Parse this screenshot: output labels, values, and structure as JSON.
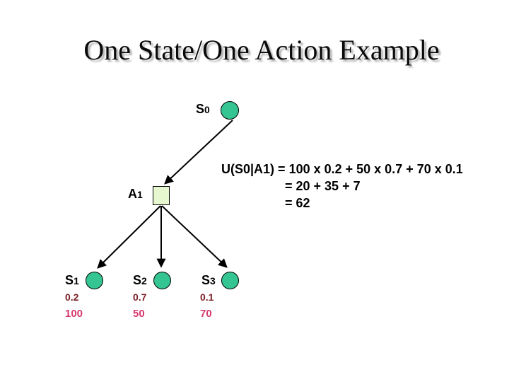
{
  "slide": {
    "title": "One State/One Action Example"
  },
  "nodes": {
    "s0": {
      "label_main": "S",
      "label_sub": "0"
    },
    "a1": {
      "label_main": "A",
      "label_sub": "1"
    },
    "s1": {
      "label_main": "S",
      "label_sub": "1",
      "probability": "0.2",
      "reward": "100"
    },
    "s2": {
      "label_main": "S",
      "label_sub": "2",
      "probability": "0.7",
      "reward": "50"
    },
    "s3": {
      "label_main": "S",
      "label_sub": "3",
      "probability": "0.1",
      "reward": "70"
    }
  },
  "equation": {
    "lines": [
      "U(S0|A1) = 100 x 0.2 + 50 x 0.7 + 70 x 0.1",
      "= 20 + 35 + 7",
      "= 62"
    ]
  },
  "colors": {
    "state_node_fill": "#35c592",
    "action_node_fill": "#e7f8d1",
    "probability_text": "#7b2028",
    "reward_text": "#d63a6f",
    "edge_stroke": "#000000",
    "title_text": "#0a0a0a"
  }
}
